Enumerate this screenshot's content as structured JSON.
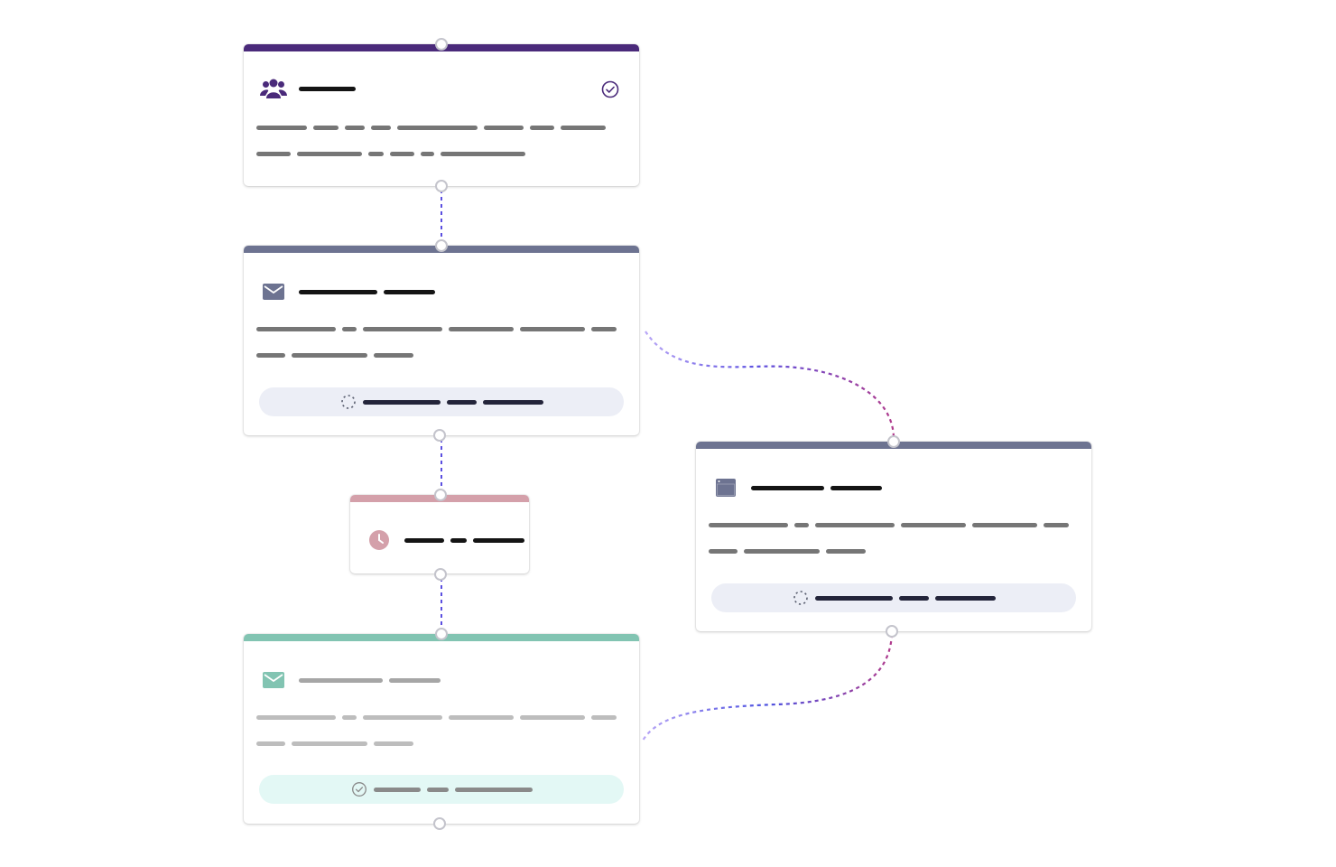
{
  "colors": {
    "purple": "#4a2a7a",
    "slate": "#6d7391",
    "rose": "#d4a0aa",
    "teal": "#82c4b2",
    "connector_blue": "#5b4fe0",
    "connector_magenta": "#b03a8c",
    "connector_lilac": "#a58af0",
    "status_gray_bg": "#eceef6",
    "status_teal_bg": "#e3f8f5"
  },
  "nodes": [
    {
      "id": "audience",
      "icon": "users-icon",
      "accent": "purple",
      "state": "complete",
      "title": "",
      "description": "",
      "status_text": ""
    },
    {
      "id": "send-email",
      "icon": "envelope-icon",
      "accent": "slate",
      "state": "loading",
      "title": "",
      "description": "",
      "status_text": ""
    },
    {
      "id": "wait",
      "icon": "clock-icon",
      "accent": "rose",
      "state": "idle",
      "title": "",
      "description": "",
      "status_text": ""
    },
    {
      "id": "open-page",
      "icon": "browser-window-icon",
      "accent": "slate",
      "state": "loading",
      "title": "",
      "description": "",
      "status_text": ""
    },
    {
      "id": "follow-up-email",
      "icon": "envelope-icon",
      "accent": "teal",
      "state": "disabled-complete",
      "title": "",
      "description": "",
      "status_text": ""
    }
  ],
  "edges": [
    {
      "from": "audience",
      "to": "send-email",
      "style": "dashed"
    },
    {
      "from": "send-email",
      "to": "wait",
      "style": "dashed"
    },
    {
      "from": "wait",
      "to": "follow-up-email",
      "style": "dashed"
    },
    {
      "from": "send-email",
      "to": "open-page",
      "style": "dashed-gradient"
    },
    {
      "from": "open-page",
      "to": "follow-up-email",
      "style": "dashed-gradient"
    }
  ]
}
